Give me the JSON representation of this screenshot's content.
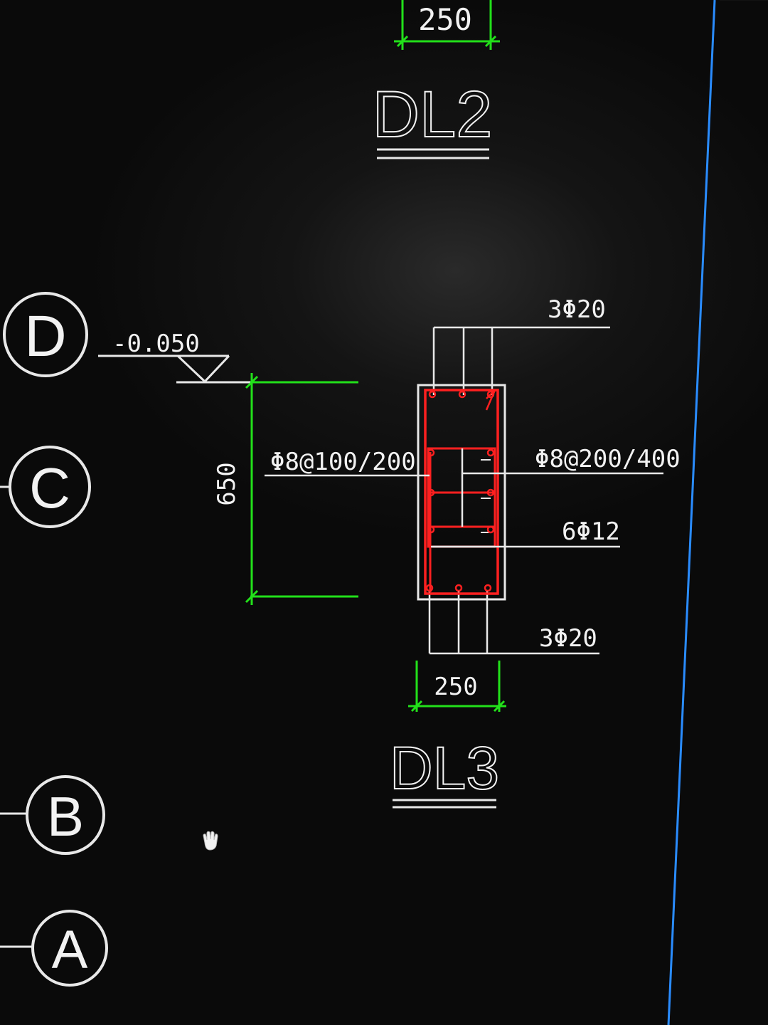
{
  "axes": {
    "d": "D",
    "c": "C",
    "b": "B",
    "a": "A"
  },
  "elevation": "-0.050",
  "dl2": {
    "title": "DL2",
    "width": "250"
  },
  "dl3": {
    "title": "DL3",
    "width": "250",
    "height": "650",
    "top_bars": "3Φ20",
    "bottom_bars": "3Φ20",
    "side_bars": "6Φ12",
    "stirrup_outer": "Φ8@100/200",
    "stirrup_inner": "Φ8@200/400"
  },
  "colors": {
    "line": "#e8e8e8",
    "dimension": "#22e01a",
    "rebar": "#ff2020",
    "frame": "#2a8cff"
  }
}
